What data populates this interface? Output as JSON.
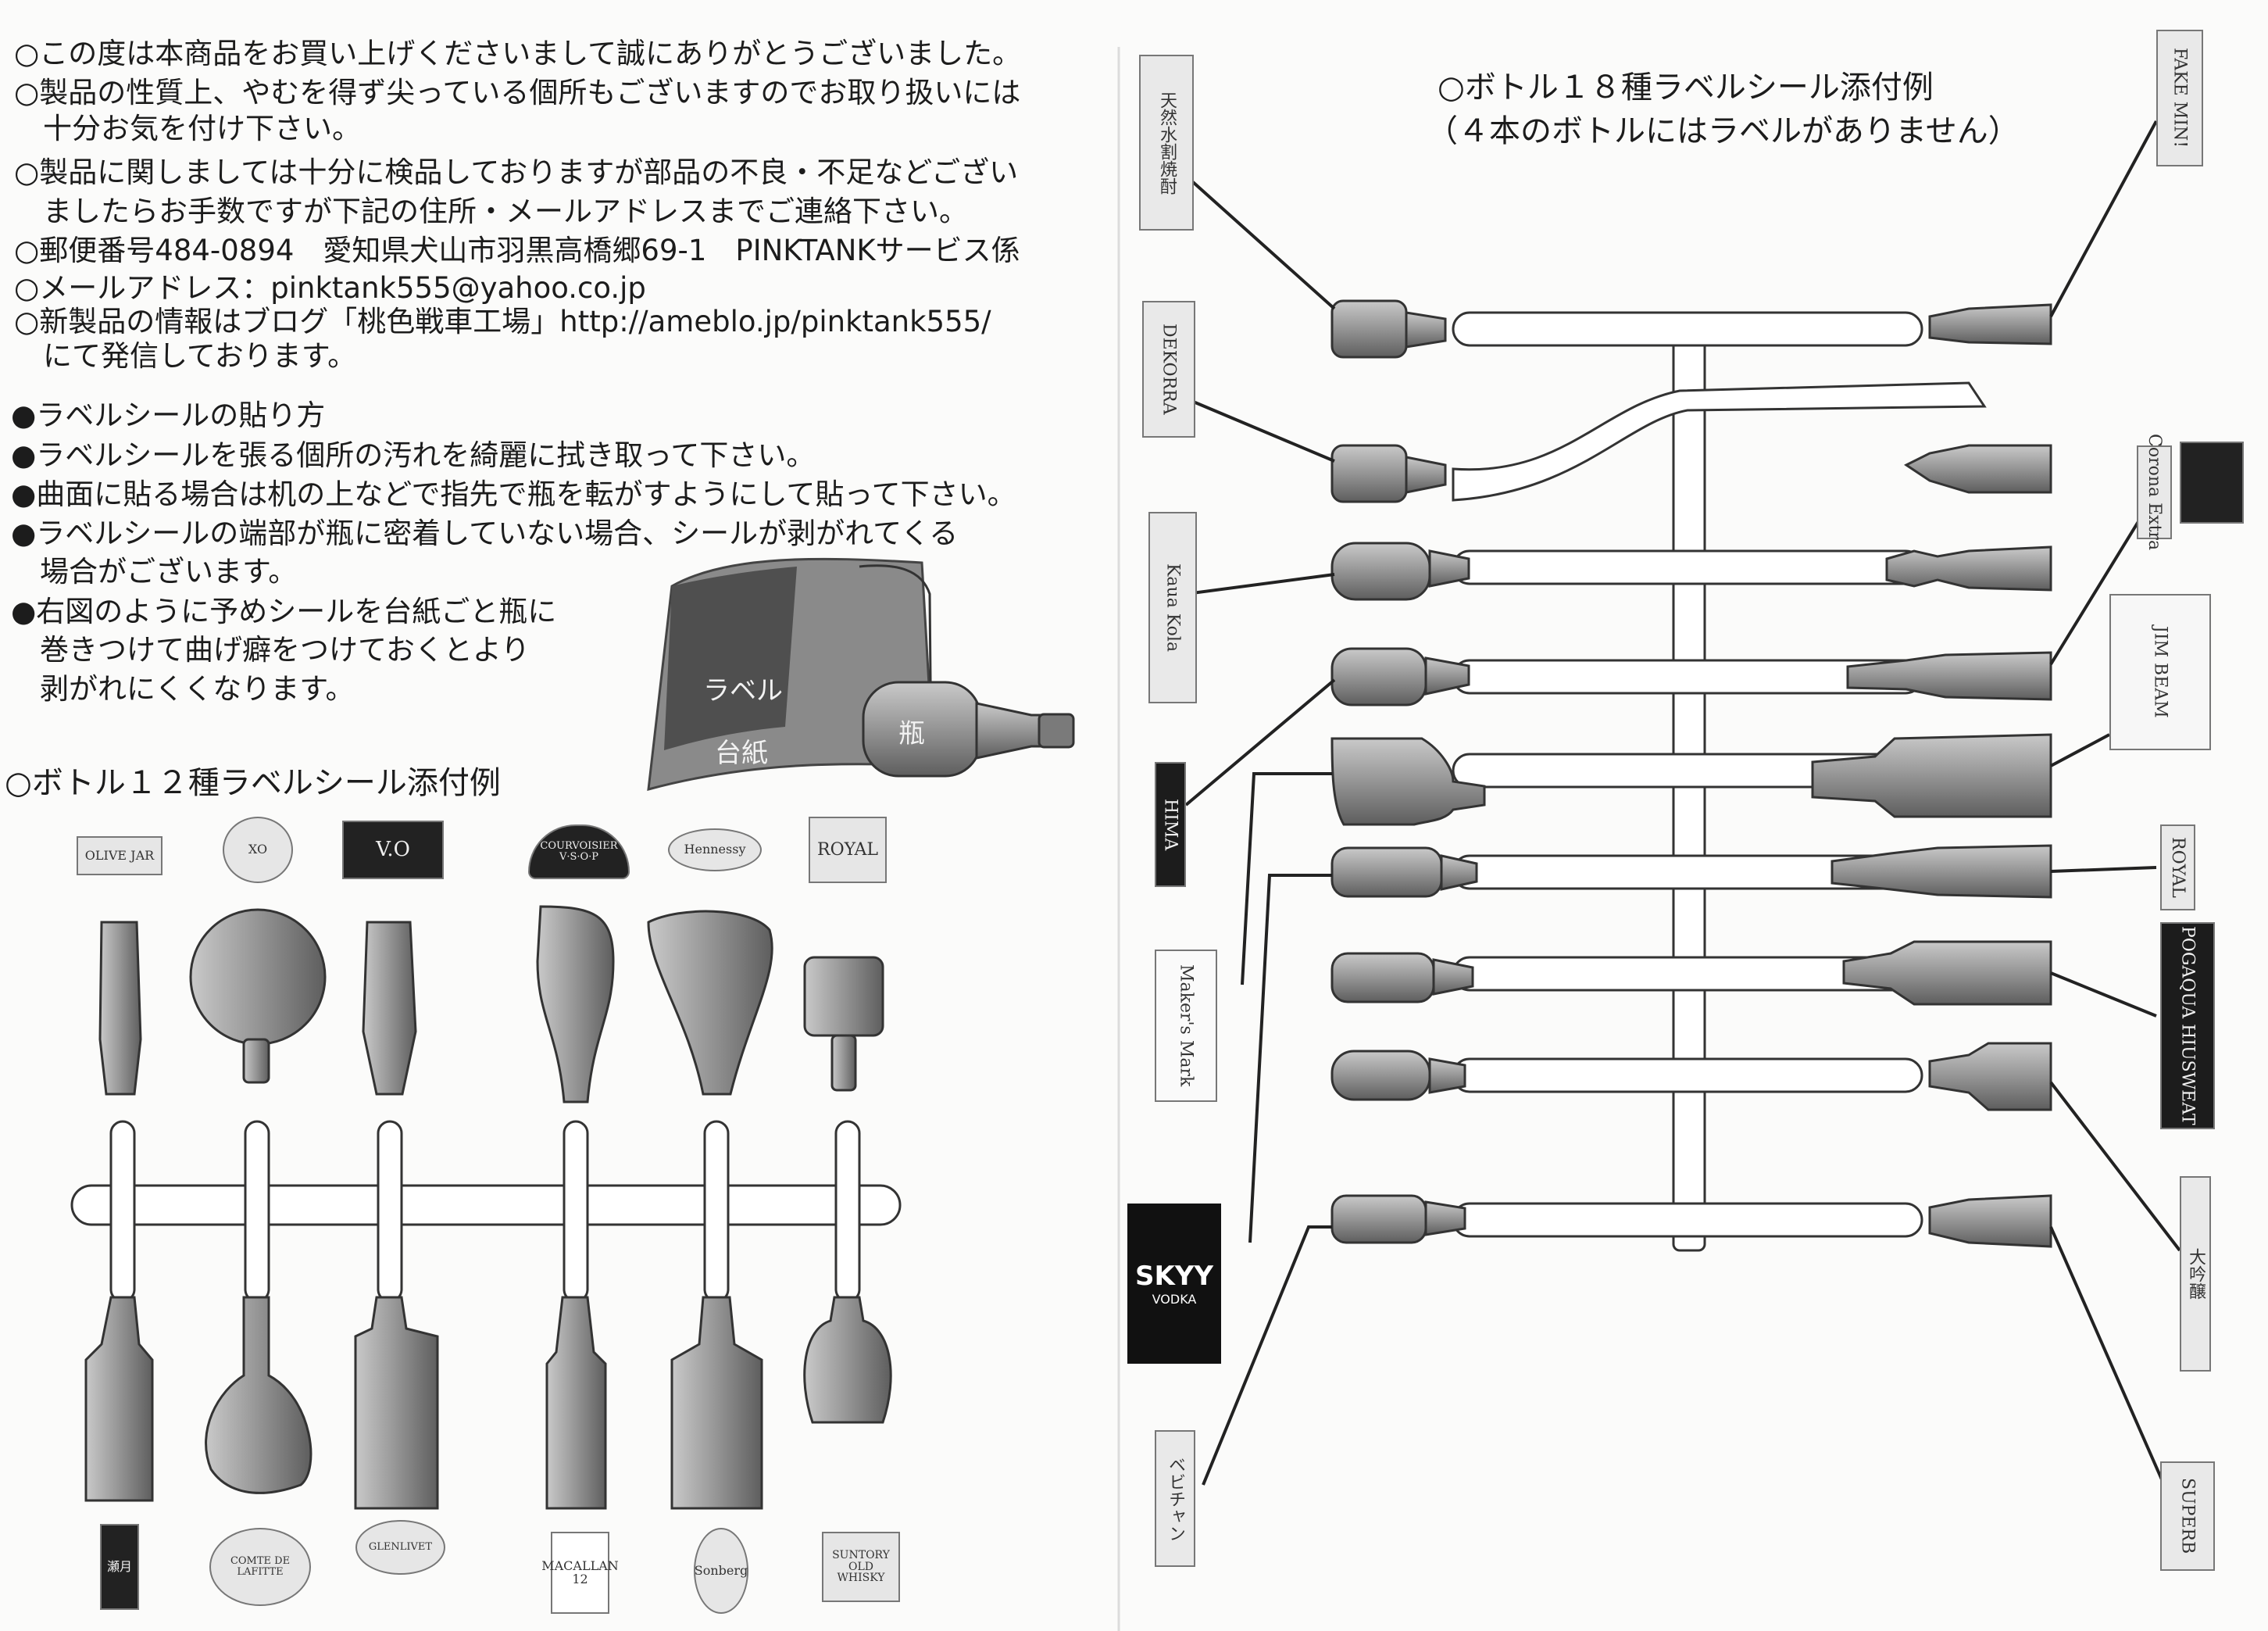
{
  "intro_lines": [
    "○この度は本商品をお買い上げくださいまして誠にありがとうございました。",
    "○製品の性質上、やむを得ず尖っている個所もございますのでお取り扱いには",
    "　十分お気を付け下さい。",
    "○製品に関しましては十分に検品しておりますが部品の不良・不足などござい",
    "　ましたらお手数ですが下記の住所・メールアドレスまでご連絡下さい。",
    "○郵便番号484-0894　愛知県犬山市羽黒高橋郷69-1　PINKTANKサービス係",
    "○メールアドレス：pinktank555@yahoo.co.jp",
    "○新製品の情報はブログ「桃色戦車工場」http://ameblo.jp/pinktank555/",
    "　にて発信しております。"
  ],
  "howto_lines": [
    "●ラベルシールの貼り方",
    "●ラベルシールを張る個所の汚れを綺麗に拭き取って下さい。",
    "●曲面に貼る場合は机の上などで指先で瓶を転がすようにして貼って下さい。",
    "●ラベルシールの端部が瓶に密着していない場合、シールが剥がれてくる",
    "　場合がございます。",
    "●右図のように予めシールを台紙ごと瓶に",
    "　巻きつけて曲げ癖をつけておくとより",
    "　剥がれにくくなります。"
  ],
  "diagram": {
    "label_word": "ラベル",
    "backing_word": "台紙",
    "bottle_word": "瓶"
  },
  "left_heading": "○ボトル１２種ラベルシール添付例",
  "right_heading": "○ボトル１８種ラベルシール添付例",
  "right_subheading": "（４本のボトルにはラベルがありません）",
  "left_top_labels": [
    "OLIVE JAR",
    "XO",
    "V.O",
    "COURVOISIER V·S·O·P",
    "Hennessy",
    "ROYAL"
  ],
  "left_bottom_labels": [
    "瀬月",
    "COMTE DE LAFITTE",
    "GLENLIVET",
    "MACALLAN 12",
    "Sonberg",
    "SUNTORY OLD WHISKY"
  ],
  "right_left_labels": [
    "天然水割焼酎",
    "DEKORRA",
    "Kaua Kola",
    "HIMA",
    "Maker's Mark",
    "SKYY",
    "ベビチャン"
  ],
  "right_right_labels": [
    "FAKE MIN!",
    "Corona Extra",
    "JIM BEAM",
    "ROYAL",
    "POGAQUA HIUSWEAT",
    "大吟醸",
    "SUPERB"
  ],
  "skyy": {
    "top": "SKYY",
    "sub": "VODKA"
  },
  "colors": {
    "bottle": "#9a9a9a",
    "bottle_dark": "#6e6e6e",
    "sprue": "#ffffff",
    "stroke": "#3a3a3a",
    "sheet": "#7b7b7b"
  }
}
